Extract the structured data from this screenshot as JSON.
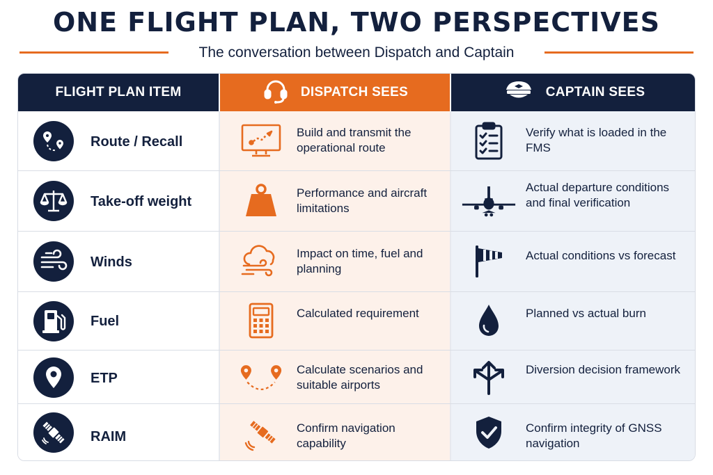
{
  "title": "ONE FLIGHT PLAN, TWO PERSPECTIVES",
  "subtitle": "The conversation between Dispatch and Captain",
  "colors": {
    "navy": "#13203d",
    "orange": "#e66b1f",
    "dispatch_bg": "#fdf1ea",
    "captain_bg": "#eef2f8"
  },
  "headers": {
    "item": "FLIGHT PLAN ITEM",
    "dispatch": "DISPATCH SEES",
    "dispatch_icon": "headset-icon",
    "captain": "CAPTAIN SEES",
    "captain_icon": "pilot-cap-icon"
  },
  "rows": [
    {
      "item": "Route / Recall",
      "item_icon": "route-icon",
      "dispatch": "Build and transmit the operational route",
      "dispatch_icon": "monitor-route-icon",
      "captain": "Verify what is loaded in the FMS",
      "captain_icon": "checklist-icon"
    },
    {
      "item": "Take-off weight",
      "item_icon": "scale-icon",
      "dispatch": "Performance and aircraft limitations",
      "dispatch_icon": "weight-icon",
      "captain": "Actual departure conditions and final verification",
      "captain_icon": "airplane-icon"
    },
    {
      "item": "Winds",
      "item_icon": "wind-icon",
      "dispatch": "Impact on time, fuel and planning",
      "dispatch_icon": "cloud-wind-icon",
      "captain": "Actual conditions vs forecast",
      "captain_icon": "windsock-icon"
    },
    {
      "item": "Fuel",
      "item_icon": "fuel-pump-icon",
      "dispatch": "Calculated requirement",
      "dispatch_icon": "calculator-icon",
      "captain": "Planned vs actual burn",
      "captain_icon": "fuel-drop-icon"
    },
    {
      "item": "ETP",
      "item_icon": "location-pin-icon",
      "dispatch": "Calculate scenarios and suitable airports",
      "dispatch_icon": "two-pins-icon",
      "captain": "Diversion decision framework",
      "captain_icon": "diverging-arrows-icon"
    },
    {
      "item": "RAIM",
      "item_icon": "satellite-icon",
      "dispatch": "Confirm navigation capability",
      "dispatch_icon": "satellite-signal-icon",
      "captain": "Confirm integrity of GNSS navigation",
      "captain_icon": "shield-check-icon"
    }
  ]
}
